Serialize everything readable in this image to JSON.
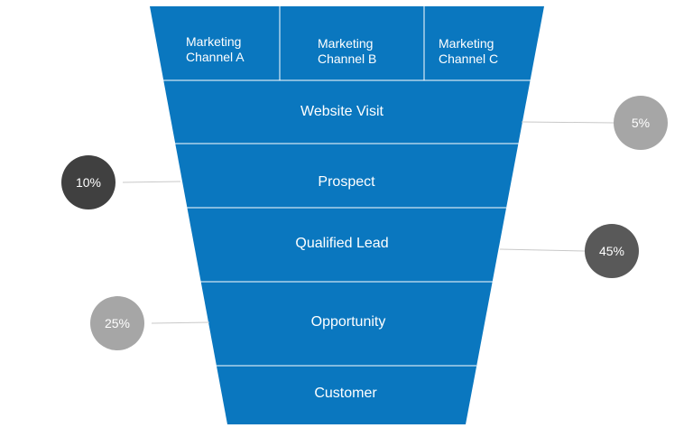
{
  "colors": {
    "funnel_fill": "#0a77bf",
    "divider": "#ffffff",
    "connector": "#c8c8c8"
  },
  "channels": [
    {
      "line1": "Marketing",
      "line2": "Channel A"
    },
    {
      "line1": "Marketing",
      "line2": "Channel B"
    },
    {
      "line1": "Marketing",
      "line2": "Channel C"
    }
  ],
  "stages": [
    {
      "label": "Website Visit"
    },
    {
      "label": "Prospect"
    },
    {
      "label": "Qualified Lead"
    },
    {
      "label": "Opportunity"
    },
    {
      "label": "Customer"
    }
  ],
  "bubbles": [
    {
      "label": "5%",
      "color": "#a6a6a6"
    },
    {
      "label": "10%",
      "color": "#404040"
    },
    {
      "label": "45%",
      "color": "#595959"
    },
    {
      "label": "25%",
      "color": "#a6a6a6"
    }
  ]
}
